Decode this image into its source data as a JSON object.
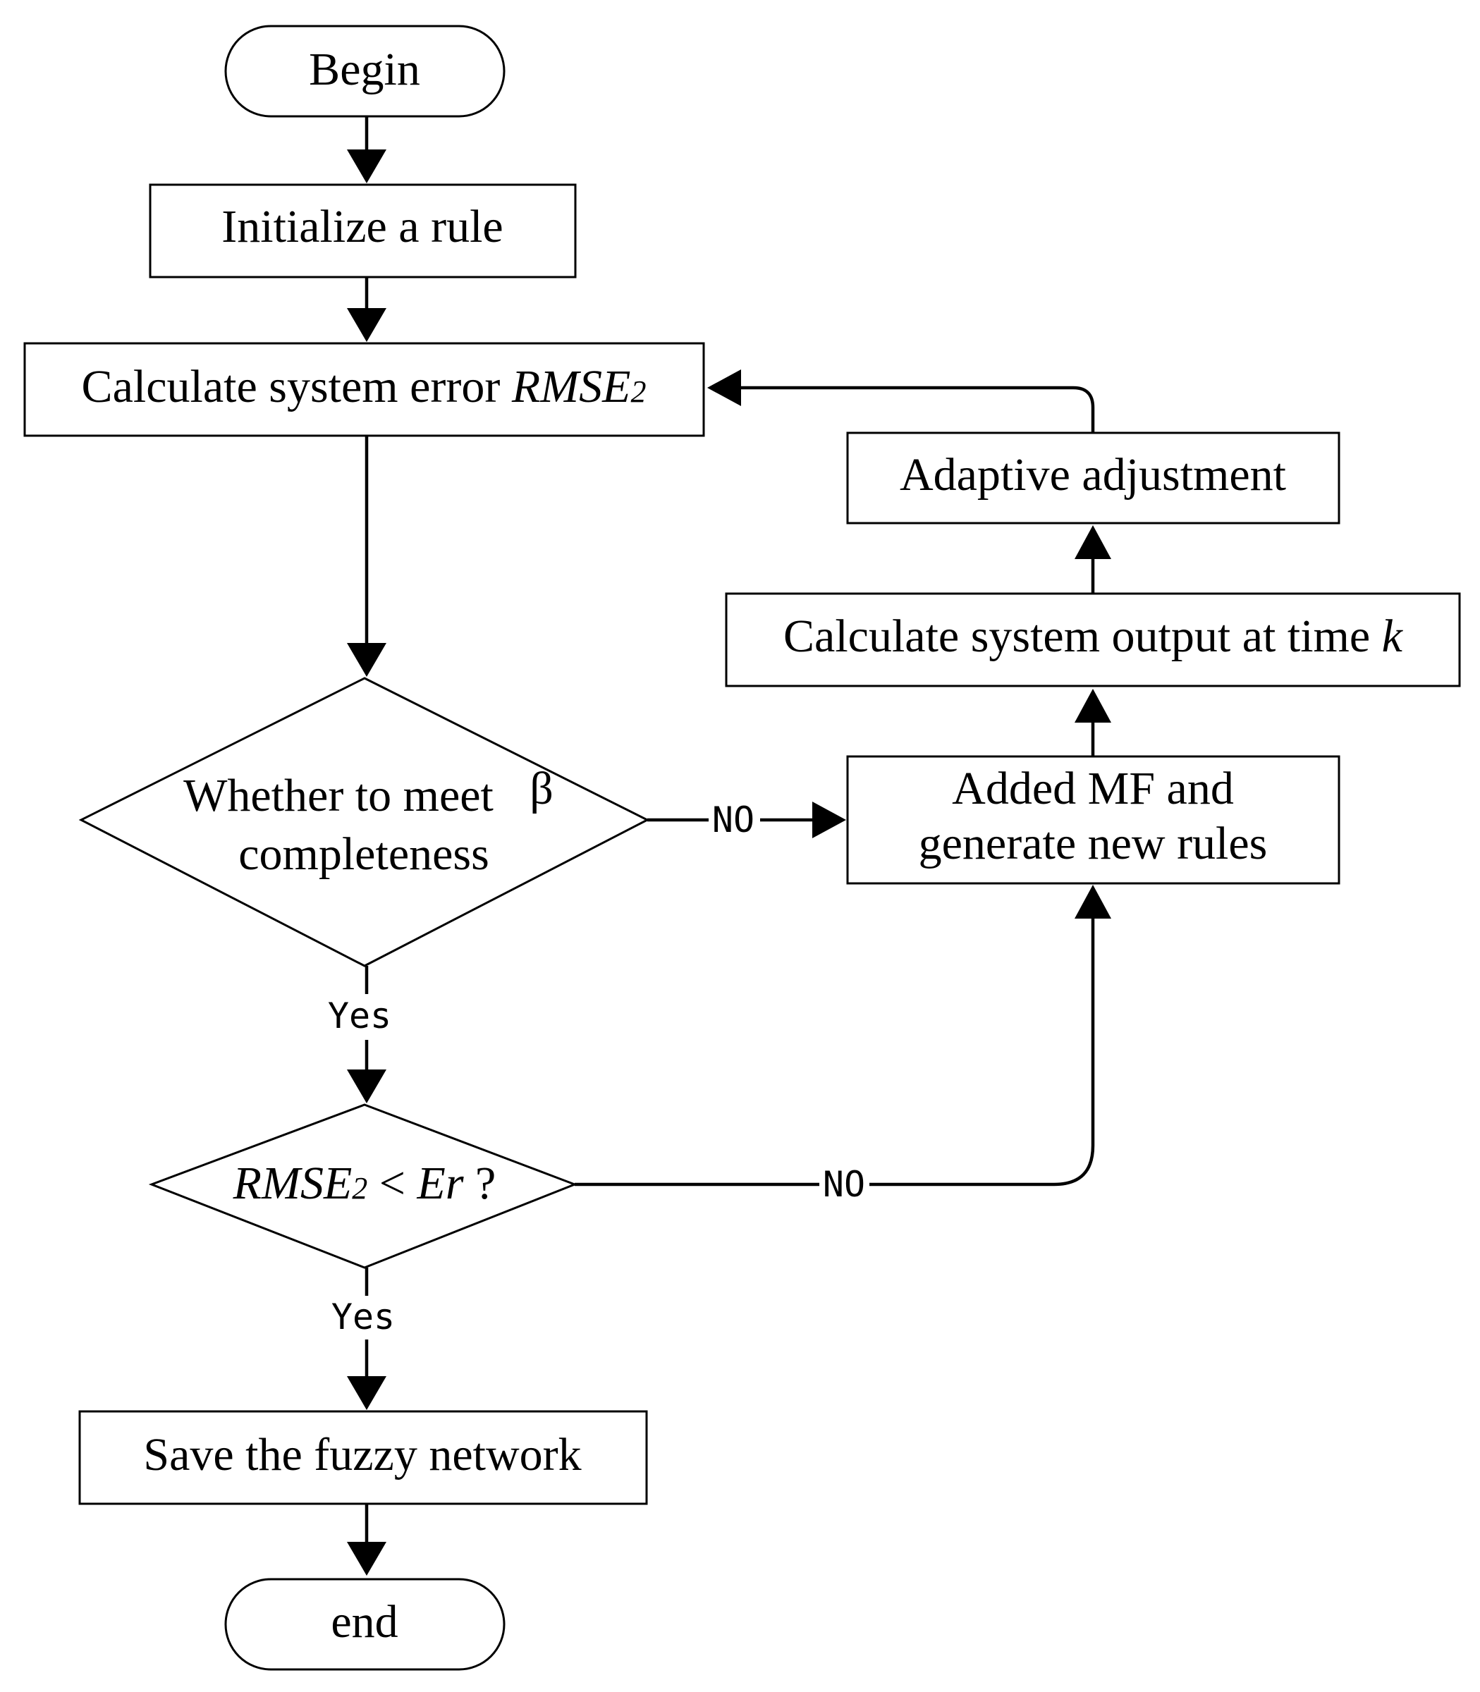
{
  "diagram": {
    "begin": {
      "label": "Begin"
    },
    "init": {
      "label": "Initialize a rule"
    },
    "calc_error": {
      "prefix": "Calculate system error ",
      "var": "RMSE",
      "sub": "2"
    },
    "decision1": {
      "line1": "Whether to meet ",
      "symbol": "β",
      "line2": "completeness"
    },
    "decision2": {
      "var1": "RMSE",
      "sub": "2",
      "mid": " < ",
      "var2": "Er",
      "tail": " ?"
    },
    "save": {
      "label": "Save the fuzzy network"
    },
    "end": {
      "label": "end"
    },
    "added_mf": {
      "line1": "Added MF and",
      "line2": "generate new rules"
    },
    "calc_output": {
      "prefix": "Calculate system output at time ",
      "var": "k"
    },
    "adaptive": {
      "label": "Adaptive adjustment"
    },
    "edges": {
      "d1_yes": "Yes",
      "d1_no": "NO",
      "d2_yes": "Yes",
      "d2_no": "NO"
    }
  }
}
